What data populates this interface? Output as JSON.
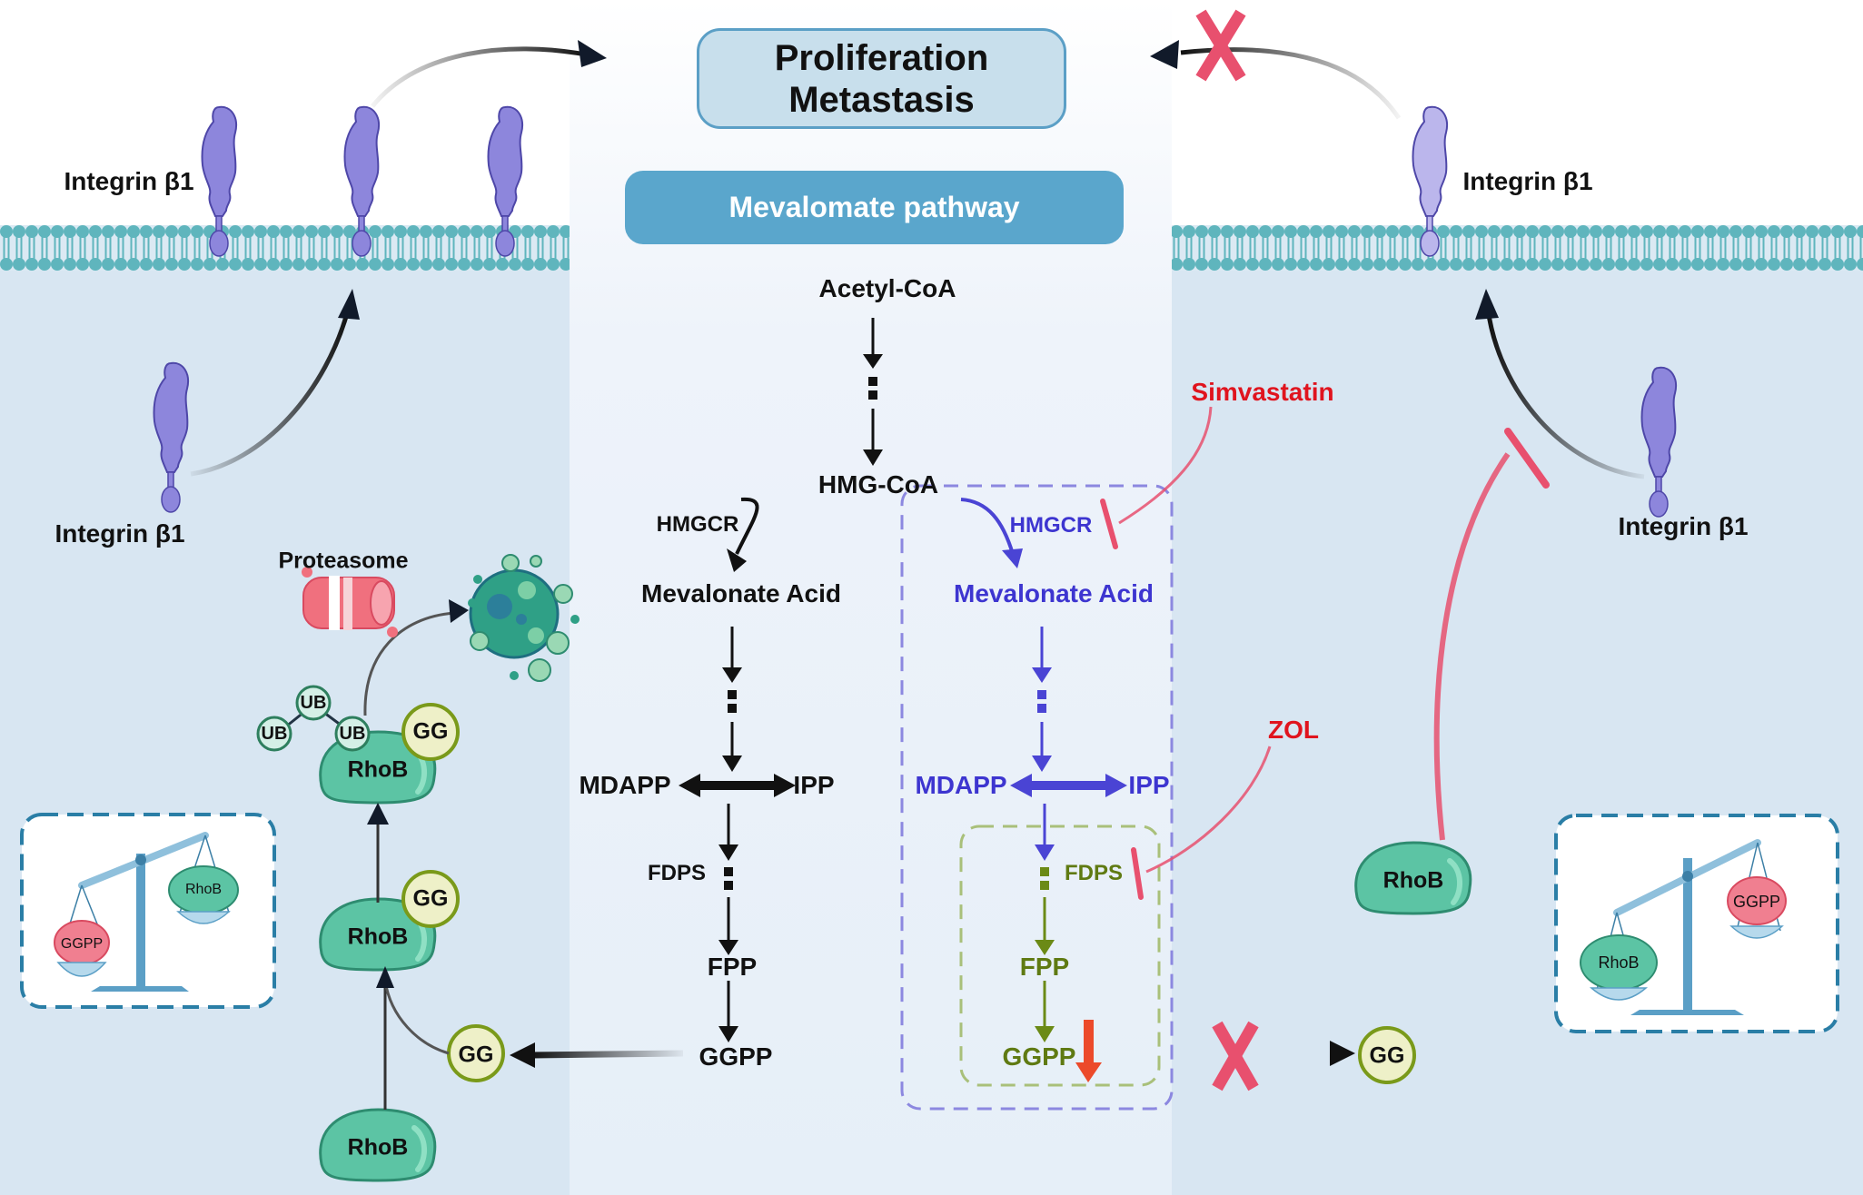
{
  "title_box": {
    "line1": "Proliferation",
    "line2": "Metastasis"
  },
  "pathway_header": "Mevalomate pathway",
  "colors": {
    "cytoplasm": "#d8e6f2",
    "center_panel": "#e8f0f8",
    "membrane": "#5fb5bd",
    "integrin": "#8d86dc",
    "integrin_faded": "#bbb6ec",
    "rhob": "#5cc4a4",
    "gg": "#eef0c8",
    "ggpp_ball": "#f07f90",
    "inhibitor": "#e8506e",
    "blue_path": "#4a44d4",
    "olive_path": "#6b8a16",
    "red_drug": "#e0141e",
    "cross": "#e8506e",
    "down_arrow": "#ec4a2a"
  },
  "left_cell": {
    "integrin_top_label": "Integrin β1",
    "integrin_bottom_label": "Integrin β1",
    "proteasome_label": "Proteasome",
    "ub_labels": [
      "UB",
      "UB",
      "UB"
    ],
    "rhob_labels": [
      "RhoB",
      "RhoB",
      "RhoB"
    ],
    "gg_labels": [
      "GG",
      "GG",
      "GG"
    ],
    "balance": {
      "left_pan": "GGPP",
      "right_pan": "RhoB"
    }
  },
  "pathway_normal": {
    "acetyl_coa": "Acetyl-CoA",
    "hmg_coa": "HMG-CoA",
    "hmgcr": "HMGCR",
    "mevalonate": "Mevalonate Acid",
    "mdapp": "MDAPP",
    "ipp": "IPP",
    "fdps": "FDPS",
    "fpp": "FPP",
    "ggpp": "GGPP"
  },
  "pathway_inhibited": {
    "hmgcr": "HMGCR",
    "mevalonate": "Mevalonate Acid",
    "mdapp": "MDAPP",
    "ipp": "IPP",
    "fdps": "FDPS",
    "fpp": "FPP",
    "ggpp": "GGPP"
  },
  "drugs": {
    "simvastatin": "Simvastatin",
    "zol": "ZOL"
  },
  "right_cell": {
    "integrin_top_label": "Integrin β1",
    "integrin_bottom_label": "Integrin β1",
    "rhob_label": "RhoB",
    "gg_label": "GG",
    "balance": {
      "left_pan": "RhoB",
      "right_pan": "GGPP"
    }
  }
}
